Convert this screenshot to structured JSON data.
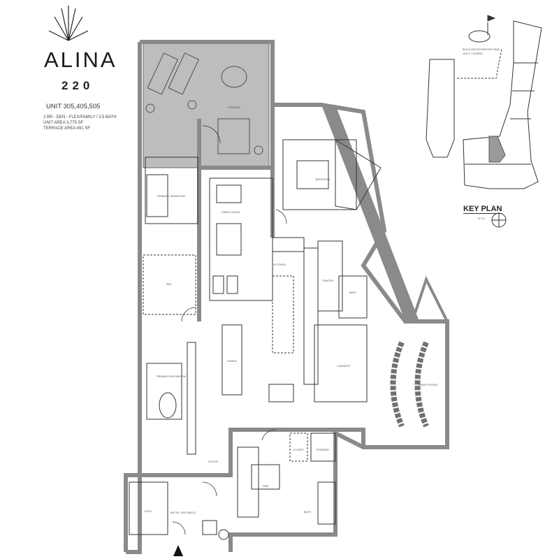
{
  "header": {
    "brand": "ALINA",
    "number": "220",
    "unit": "UNIT 305,405,505",
    "details": [
      "2 BR - DEN - FLEX/FAMILY / 3.5 BATH",
      "UNIT AREA 3,775 SF",
      "TERRACE AREA 491 SF"
    ]
  },
  "key_plan": {
    "title": "KEY PLAN",
    "scale": "N.T.S",
    "landmark": "BOCA RATON RESORT AND GOLF COURSE",
    "highlight_color": "#9a9a9a"
  },
  "rooms": {
    "terrace": "TERRACE",
    "primary_bedroom": "PRIMARY BEDROOM",
    "great_room": "GREAT ROOM",
    "bedroom": "BEDROOM",
    "wic": "WIC",
    "kitchen": "KITCHEN",
    "pantry": "PANTRY",
    "bath2": "BATH",
    "dining": "DINING",
    "laundry": "LAUNDRY",
    "family_room": "FAMILY ROOM",
    "primary_bathroom": "PRIMARY BATHROOM",
    "foyer": "FOYER",
    "den": "DEN",
    "closet": "CLOSET",
    "powder": "POWDER",
    "bath": "BATH",
    "elevator_vestibule": "ENTRY VESTIBULE",
    "elevator": "ELEV"
  },
  "colors": {
    "wall": "#8a8a8a",
    "terrace": "#bdbdbd",
    "line": "#333333"
  }
}
